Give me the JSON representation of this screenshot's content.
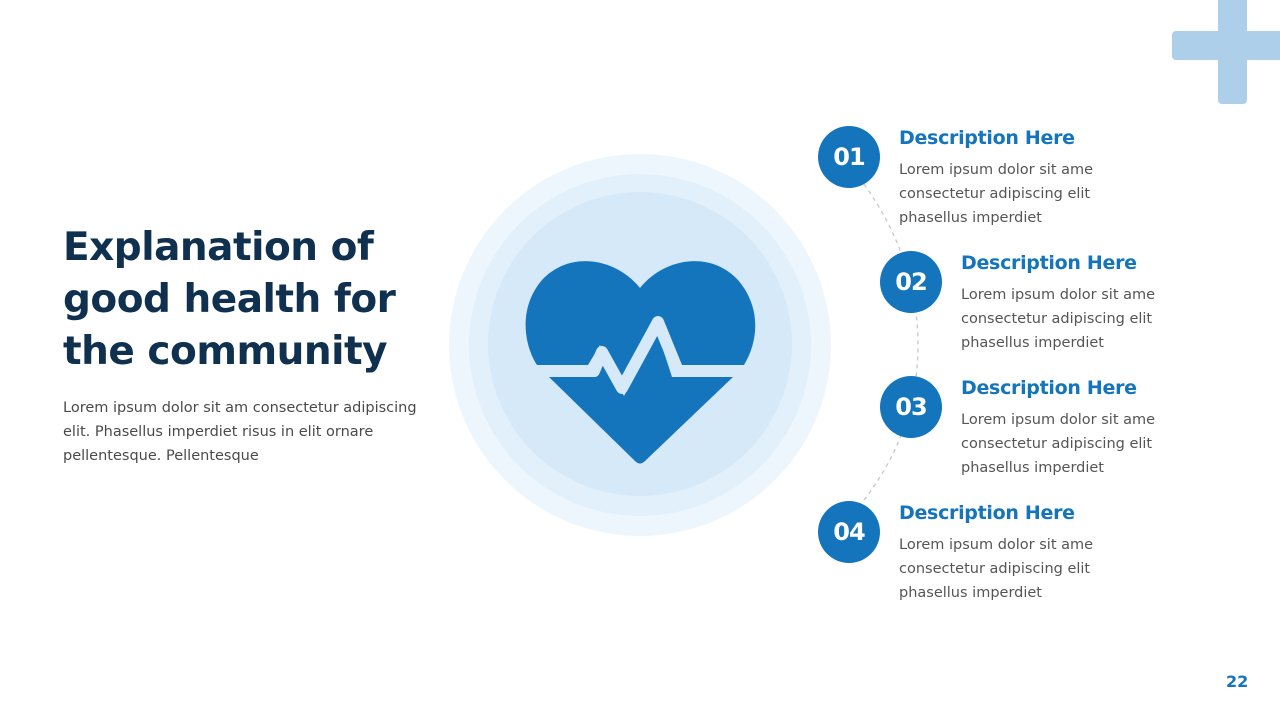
{
  "slide": {
    "title": "Explanation of good health for the community",
    "description": "Lorem ipsum dolor sit am consectetur adipiscing elit. Phasellus imperdiet risus in elit ornare pellentesque. Pellentesque",
    "page_number": "22",
    "center_icon": "heart-pulse-icon",
    "decoration_icon": "plus-icon"
  },
  "colors": {
    "title": "#10304f",
    "accent": "#1475bd",
    "plus": "#aecfea",
    "ring_outer": "#eef6fd",
    "ring_middle": "#e2f0fb",
    "ring_inner": "#d5e9f8"
  },
  "steps": [
    {
      "number": "01",
      "title": "Description  Here",
      "text": "Lorem ipsum dolor sit ame consectetur adipiscing elit phasellus imperdiet"
    },
    {
      "number": "02",
      "title": "Description  Here",
      "text": "Lorem ipsum dolor sit ame consectetur adipiscing elit phasellus imperdiet"
    },
    {
      "number": "03",
      "title": "Description  Here",
      "text": "Lorem ipsum dolor sit ame consectetur adipiscing elit phasellus imperdiet"
    },
    {
      "number": "04",
      "title": "Description  Here",
      "text": "Lorem ipsum dolor sit ame consectetur adipiscing elit phasellus imperdiet"
    }
  ]
}
